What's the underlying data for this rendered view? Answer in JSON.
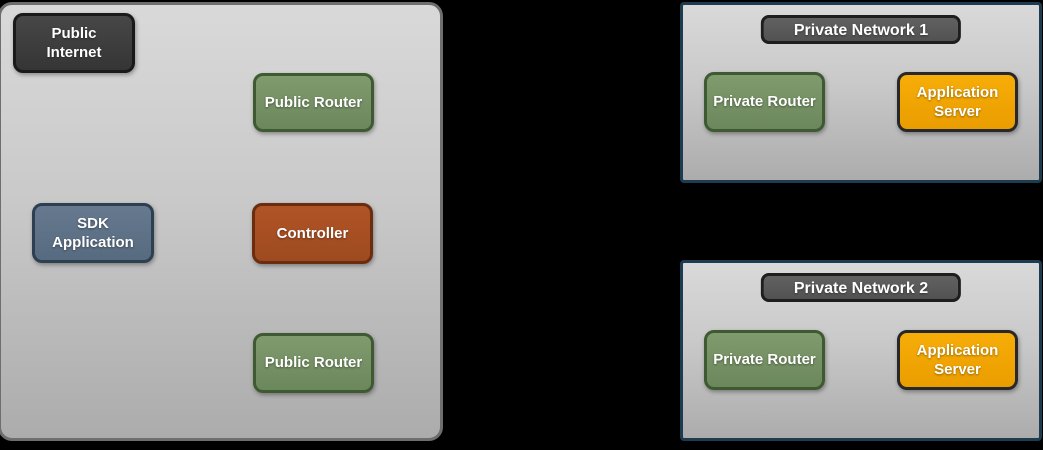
{
  "diagram": {
    "type": "network-architecture",
    "background_color": "#000000",
    "public_zone": {
      "nodes": {
        "public_internet": {
          "label": "Public Internet",
          "color": "#3b3b3b",
          "border_color": "#1a1a1a"
        },
        "public_router_top": {
          "label": "Public Router",
          "color": "#71905f",
          "border_color": "#3f5a32"
        },
        "sdk_application": {
          "label": "SDK Application",
          "color": "#5e7287",
          "border_color": "#2e3f51"
        },
        "controller": {
          "label": "Controller",
          "color": "#a94e24",
          "border_color": "#6b2d10"
        },
        "public_router_bottom": {
          "label": "Public Router",
          "color": "#71905f",
          "border_color": "#3f5a32"
        }
      },
      "fill_top": "#d9d9d9",
      "fill_bottom": "#acacac",
      "border_color": "#6e6e6e"
    },
    "private_network_1": {
      "title": "Private Network 1",
      "title_fill": "#595959",
      "border_color": "#1d3c50",
      "nodes": {
        "private_router": {
          "label": "Private Router",
          "color": "#71905f",
          "border_color": "#3f5a32"
        },
        "application_server": {
          "label": "Application Server",
          "color": "#f2a400",
          "border_color": "#282828"
        }
      }
    },
    "private_network_2": {
      "title": "Private Network 2",
      "title_fill": "#595959",
      "border_color": "#1d3c50",
      "nodes": {
        "private_router": {
          "label": "Private Router",
          "color": "#71905f",
          "border_color": "#3f5a32"
        },
        "application_server": {
          "label": "Application Server",
          "color": "#f2a400",
          "border_color": "#282828"
        }
      }
    },
    "text_color": "#ffffff"
  }
}
